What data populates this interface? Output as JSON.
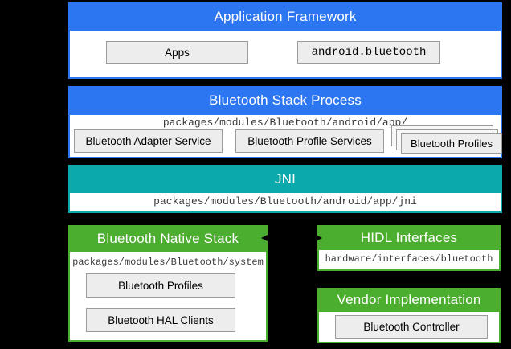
{
  "colors": {
    "blue": "#2d76f2",
    "teal": "#0ba8ac",
    "green": "#4cae2e"
  },
  "sections": {
    "app_framework": {
      "title": "Application Framework",
      "boxes": {
        "apps": "Apps",
        "api": "android.bluetooth"
      }
    },
    "stack_process": {
      "title": "Bluetooth Stack Process",
      "path": "packages/modules/Bluetooth/android/app/",
      "boxes": {
        "adapter": "Bluetooth Adapter Service",
        "profile_services": "Bluetooth Profile Services",
        "profiles": "Bluetooth Profiles"
      }
    },
    "jni": {
      "title": "JNI",
      "path": "packages/modules/Bluetooth/android/app/jni"
    },
    "native_stack": {
      "title": "Bluetooth Native Stack",
      "path": "packages/modules/Bluetooth/system",
      "boxes": {
        "profiles": "Bluetooth Profiles",
        "hal_clients": "Bluetooth HAL Clients"
      }
    },
    "hidl": {
      "title": "HIDL Interfaces",
      "path": "hardware/interfaces/bluetooth"
    },
    "vendor": {
      "title": "Vendor Implementation",
      "boxes": {
        "controller": "Bluetooth Controller"
      }
    }
  }
}
